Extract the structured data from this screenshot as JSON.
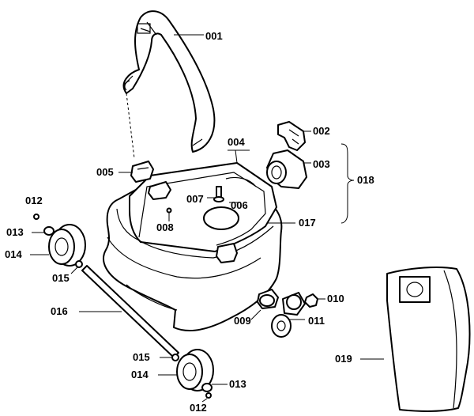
{
  "labels": {
    "p001": "001",
    "p002": "002",
    "p003": "003",
    "p004": "004",
    "p005": "005",
    "p006": "006",
    "p007": "007",
    "p008": "008",
    "p009": "009",
    "p010": "010",
    "p011": "011",
    "p012a": "012",
    "p012b": "012",
    "p013a": "013",
    "p013b": "013",
    "p014a": "014",
    "p014b": "014",
    "p015a": "015",
    "p015b": "015",
    "p016": "016",
    "p017": "017",
    "p018": "018",
    "p019": "019"
  }
}
